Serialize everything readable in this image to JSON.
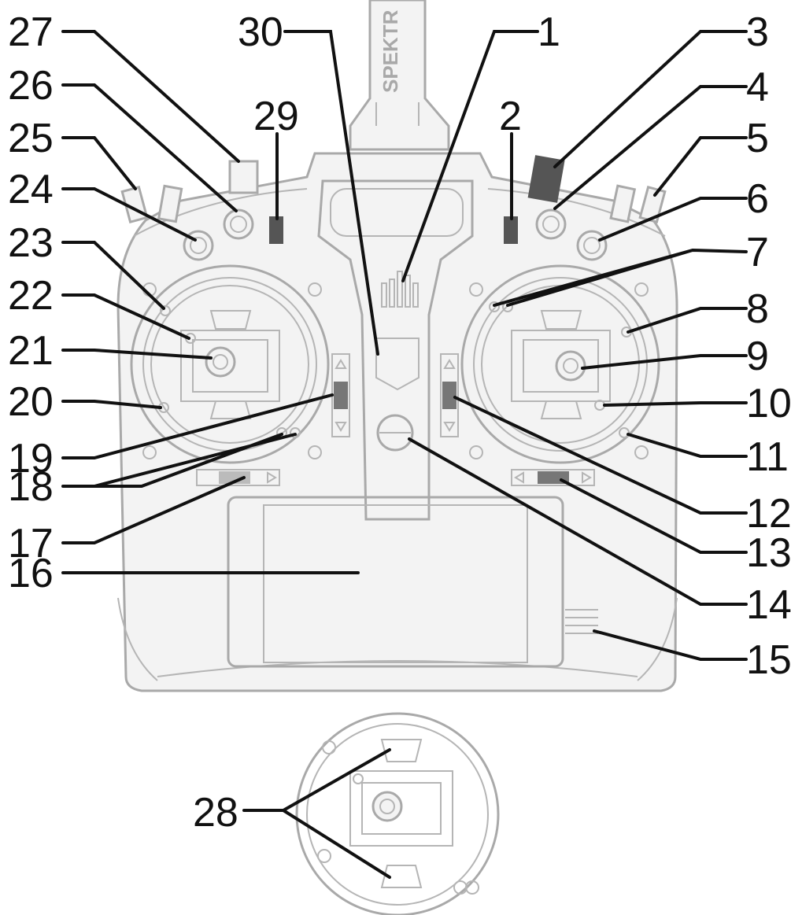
{
  "brand_text": "SPEKTR",
  "callouts": {
    "c1": "1",
    "c2": "2",
    "c3": "3",
    "c4": "4",
    "c5": "5",
    "c6": "6",
    "c7": "7",
    "c8": "8",
    "c9": "9",
    "c10": "10",
    "c11": "11",
    "c12": "12",
    "c13": "13",
    "c14": "14",
    "c15": "15",
    "c16": "16",
    "c17": "17",
    "c18": "18",
    "c19": "19",
    "c20": "20",
    "c21": "21",
    "c22": "22",
    "c23": "23",
    "c24": "24",
    "c25": "25",
    "c26": "26",
    "c27": "27",
    "c28": "28",
    "c29": "29",
    "c30": "30"
  },
  "colors": {
    "label": "#111111",
    "outline": "#a9a9a9",
    "switch_dark": "#555555"
  }
}
